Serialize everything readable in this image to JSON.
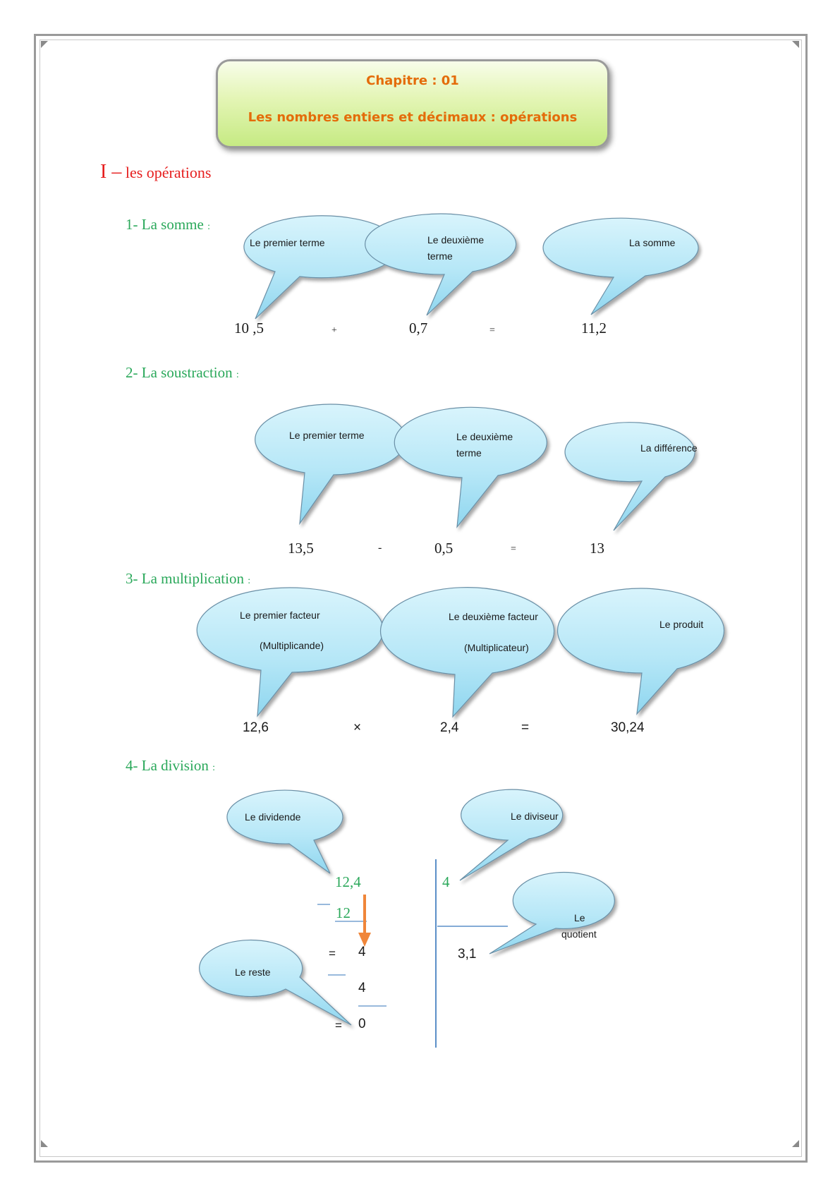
{
  "header": {
    "chapter": "Chapitre : 01",
    "title": "Les nombres entiers et décimaux : opérations"
  },
  "section_main": {
    "number": "I –",
    "title": "les opérations"
  },
  "somme": {
    "heading": "1- La somme",
    "colon": ":",
    "bubble_first": "Le premier terme",
    "bubble_second_line1": "Le deuxième",
    "bubble_second_line2": "terme",
    "bubble_result": "La somme",
    "a": "10 ,5",
    "op": "+",
    "b": "0,7",
    "eq": "=",
    "result": "11,2"
  },
  "soustraction": {
    "heading": "2- La soustraction",
    "colon": ":",
    "bubble_first": "Le premier terme",
    "bubble_second_line1": "Le deuxième",
    "bubble_second_line2": "terme",
    "bubble_result": "La différence",
    "a": "13,5",
    "op": "-",
    "b": "0,5",
    "eq": "=",
    "result": "13"
  },
  "multiplication": {
    "heading": "3- La multiplication",
    "colon": ":",
    "bubble_first_line1": "Le premier facteur",
    "bubble_first_line2": "(Multiplicande)",
    "bubble_second_line1": "Le deuxième facteur",
    "bubble_second_line2": "(Multiplicateur)",
    "bubble_result": "Le produit",
    "a": "12,6",
    "op": "×",
    "b": "2,4",
    "eq": "=",
    "result": "30,24"
  },
  "division": {
    "heading": "4- La division",
    "colon": ":",
    "bubble_dividend": "Le dividende",
    "bubble_divisor": "Le diviseur",
    "bubble_quotient_line1": "Le",
    "bubble_quotient_line2": "quotient",
    "bubble_remainder": "Le reste",
    "dividend": "12,4",
    "sub1": "12",
    "step1_eq": "=",
    "step1": "4",
    "sub2": "4",
    "step2_eq": "=",
    "remainder": "0",
    "divisor": "4",
    "quotient": "3,1"
  },
  "colors": {
    "accent_orange": "#e46c0a",
    "heading_green": "#2aa85a",
    "roman_red": "#e61e1e",
    "bubble_blue": "#a9e3f5",
    "line_blue": "#5b8fc8"
  }
}
